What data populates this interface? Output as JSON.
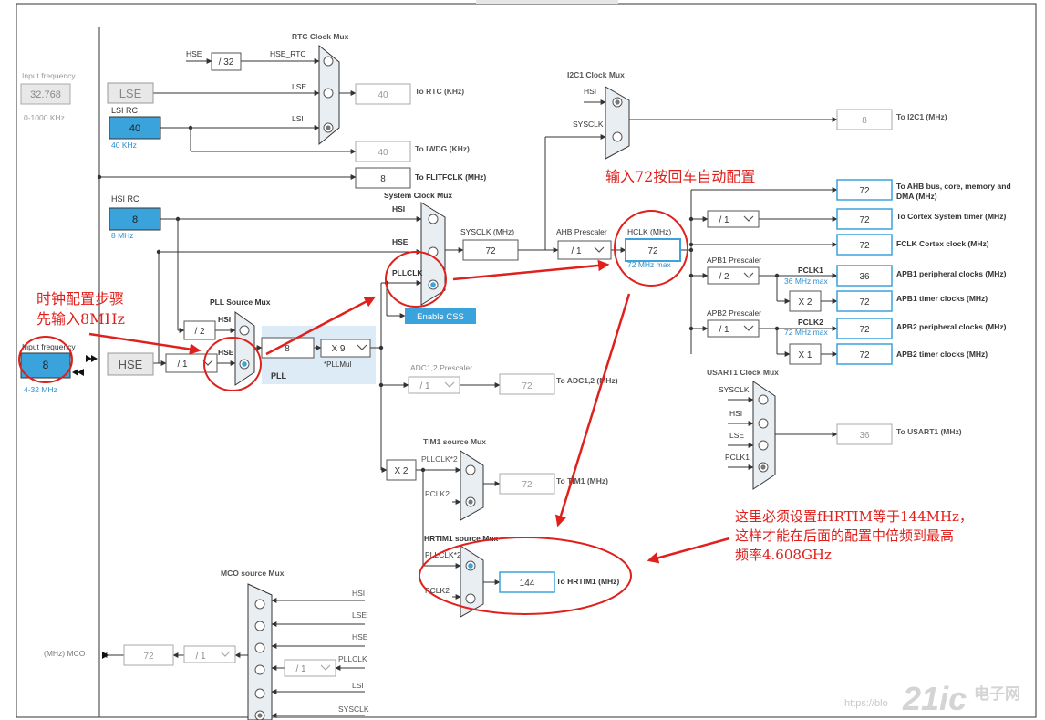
{
  "input_freq": {
    "label": "Input frequency",
    "value": "32.768",
    "range": "0-1000 KHz"
  },
  "lse": "LSE",
  "lsi_rc": {
    "label": "LSI RC",
    "value": "40",
    "sub": "40 KHz"
  },
  "hsi_rc": {
    "label": "HSI RC",
    "value": "8",
    "sub": "8 MHz"
  },
  "hse_input": {
    "label": "Input frequency",
    "value": "8",
    "range": "4-32 MHz"
  },
  "hse": "HSE",
  "rtc": {
    "title": "RTC Clock Mux",
    "hse_label": "HSE",
    "div": "/ 32",
    "hse_rtc": "HSE_RTC",
    "lse": "LSE",
    "lsi": "LSI",
    "out": "40",
    "out_label": "To RTC (KHz)",
    "iwdg_out": "40",
    "iwdg_label": "To IWDG (KHz)"
  },
  "flitf": {
    "value": "8",
    "label": "To FLITFCLK (MHz)"
  },
  "i2c1": {
    "title": "I2C1 Clock Mux",
    "hsi": "HSI",
    "sysclk": "SYSCLK",
    "out": "8",
    "out_label": "To I2C1 (MHz)"
  },
  "sysmux": {
    "title": "System Clock Mux",
    "hsi": "HSI",
    "hse": "HSE",
    "pllclk": "PLLCLK",
    "css": "Enable CSS"
  },
  "sysclk": {
    "label": "SYSCLK (MHz)",
    "value": "72"
  },
  "ahb": {
    "label": "AHB Prescaler",
    "value": "/ 1"
  },
  "hclk": {
    "label": "HCLK (MHz)",
    "value": "72",
    "max": "72 MHz max"
  },
  "outputs": [
    {
      "value": "72",
      "label": "To AHB bus, core, memory and DMA (MHz)"
    },
    {
      "value": "72",
      "label": "To Cortex System timer (MHz)",
      "div": "/ 1"
    },
    {
      "value": "72",
      "label": "FCLK Cortex clock (MHz)"
    }
  ],
  "apb1": {
    "label": "APB1 Prescaler",
    "value": "/ 2",
    "pclk": "PCLK1",
    "max": "36 MHz max",
    "periph": "36",
    "periph_label": "APB1 peripheral clocks (MHz)",
    "mul": "X 2",
    "timer": "72",
    "timer_label": "APB1 timer clocks (MHz)"
  },
  "apb2": {
    "label": "APB2 Prescaler",
    "value": "/ 1",
    "pclk": "PCLK2",
    "max": "72 MHz max",
    "periph": "72",
    "periph_label": "APB2 peripheral clocks (MHz)",
    "mul": "X 1",
    "timer": "72",
    "timer_label": "APB2 timer clocks (MHz)"
  },
  "pllsrc": {
    "title": "PLL Source Mux",
    "hsi": "HSI",
    "hse": "HSE",
    "div2": "/ 2",
    "hse_div": "/ 1"
  },
  "pll": {
    "label": "PLL",
    "value": "8",
    "mul": "X 9",
    "mul_label": "*PLLMul"
  },
  "adc": {
    "label": "ADC1,2 Prescaler",
    "value": "/ 1",
    "out": "72",
    "out_label": "To ADC1,2 (MHz)"
  },
  "usart1": {
    "title": "USART1 Clock Mux",
    "inputs": [
      "SYSCLK",
      "HSI",
      "LSE",
      "PCLK1"
    ],
    "out": "36",
    "out_label": "To USART1 (MHz)"
  },
  "tim1": {
    "title": "TIM1 source Mux",
    "x2": "X 2",
    "pllclk2": "PLLCLK*2",
    "pclk2": "PCLK2",
    "out": "72",
    "out_label": "To TIM1 (MHz)"
  },
  "hrtim1": {
    "title": "HRTIM1 source Mux",
    "pllclk2": "PLLCLK*2",
    "pclk2": "PCLK2",
    "out": "144",
    "out_label": "To HRTIM1 (MHz)"
  },
  "mco": {
    "title": "MCO source Mux",
    "inputs": [
      "HSI",
      "LSE",
      "HSE",
      "PLLCLK",
      "LSI",
      "SYSCLK"
    ],
    "div": "/ 1",
    "pll_div": "/ 1",
    "out": "72",
    "out_label": "(MHz) MCO"
  },
  "annotations": {
    "a1": "时钟配置步骤\n先输入8MHz",
    "a2": "输入72按回车自动配置",
    "a3": "这里必须设置fHRTIM等于144MHz，\n这样才能在后面的配置中倍频到最高\n频率4.608GHz"
  },
  "watermark": {
    "url": "https://blo",
    "logo": "21ic",
    "brand": "电子网"
  },
  "colors": {
    "blue_fill": "#3ba3dc",
    "blue_text": "#2a8fd0",
    "red": "#e0201c",
    "line": "#333333",
    "gray": "#9a9a9a",
    "pll_bg": "#dcebf6"
  }
}
